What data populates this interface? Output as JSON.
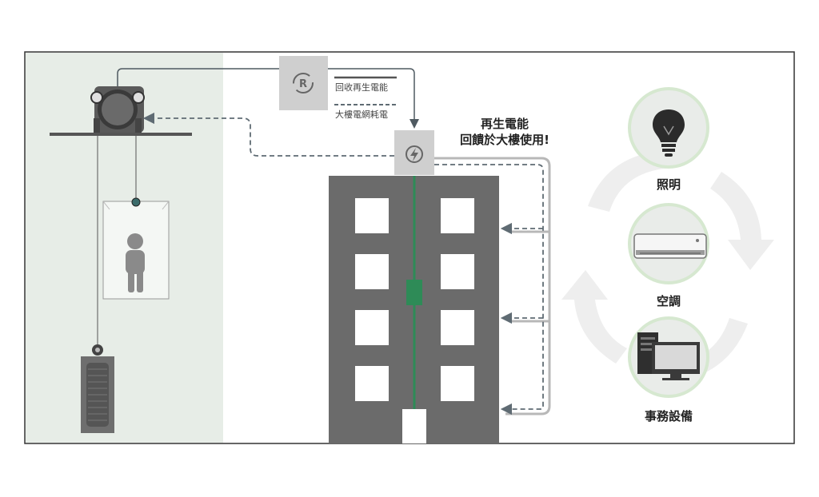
{
  "legend": {
    "recycled_label": "回收再生電能",
    "grid_label": "大樓電網耗電"
  },
  "callout": {
    "line1": "再生電能",
    "line2": "回饋於大樓使用!"
  },
  "loads": [
    {
      "label": "照明",
      "icon": "light-bulb-icon"
    },
    {
      "label": "空調",
      "icon": "air-conditioner-icon"
    },
    {
      "label": "事務設備",
      "icon": "office-equipment-icon"
    }
  ],
  "icons": {
    "regen": "recycle-r-icon",
    "power": "lightning-bolt-icon"
  },
  "colors": {
    "elevator_zone_bg": "#e7ede7",
    "building": "#6b6b6b",
    "green_accent": "#2e8b57",
    "load_circle": "#e9ece9",
    "load_circle_ring": "#d6e8d0",
    "arrow_gray": "#b0b0b0",
    "dashed_line": "#5f6b73"
  }
}
